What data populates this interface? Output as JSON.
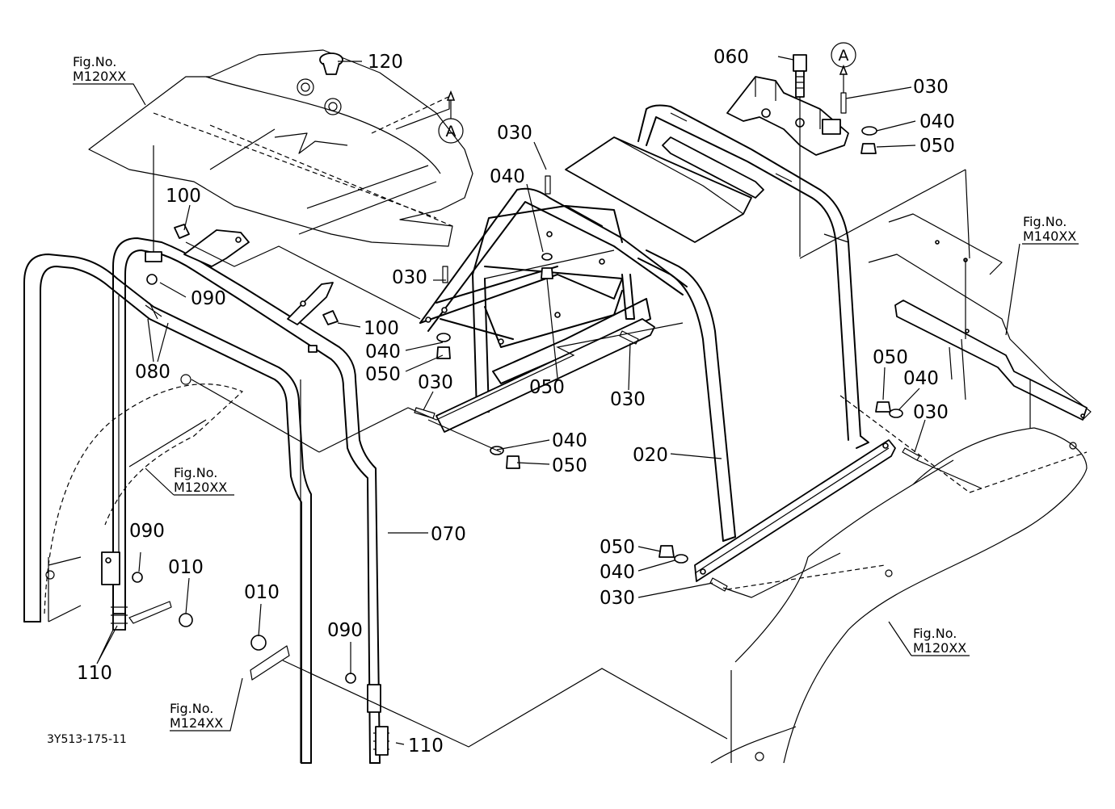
{
  "diagram": {
    "drawing_code": "3Y513-175-11",
    "callouts": {
      "c010a": "010",
      "c010b": "010",
      "c020": "020",
      "c030a": "030",
      "c030b": "030",
      "c030c": "030",
      "c030d": "030",
      "c030e": "030",
      "c030f": "030",
      "c030g": "030",
      "c040a": "040",
      "c040b": "040",
      "c040c": "040",
      "c040d": "040",
      "c040e": "040",
      "c050a": "050",
      "c050b": "050",
      "c050c": "050",
      "c050d": "050",
      "c050e": "050",
      "c050f": "050",
      "c060": "060",
      "c070": "070",
      "c080": "080",
      "c090a": "090",
      "c090b": "090",
      "c090c": "090",
      "c100a": "100",
      "c100b": "100",
      "c110a": "110",
      "c110b": "110",
      "c120": "120"
    },
    "references": {
      "r1_fig": "Fig.No.",
      "r1_no": "M120XX",
      "r2_fig": "Fig.No.",
      "r2_no": "M120XX",
      "r3_fig": "Fig.No.",
      "r3_no": "M124XX",
      "r4_fig": "Fig.No.",
      "r4_no": "M140XX",
      "r5_fig": "Fig.No.",
      "r5_no": "M120XX"
    },
    "view_markers": {
      "a1": "A",
      "a2": "A"
    }
  }
}
